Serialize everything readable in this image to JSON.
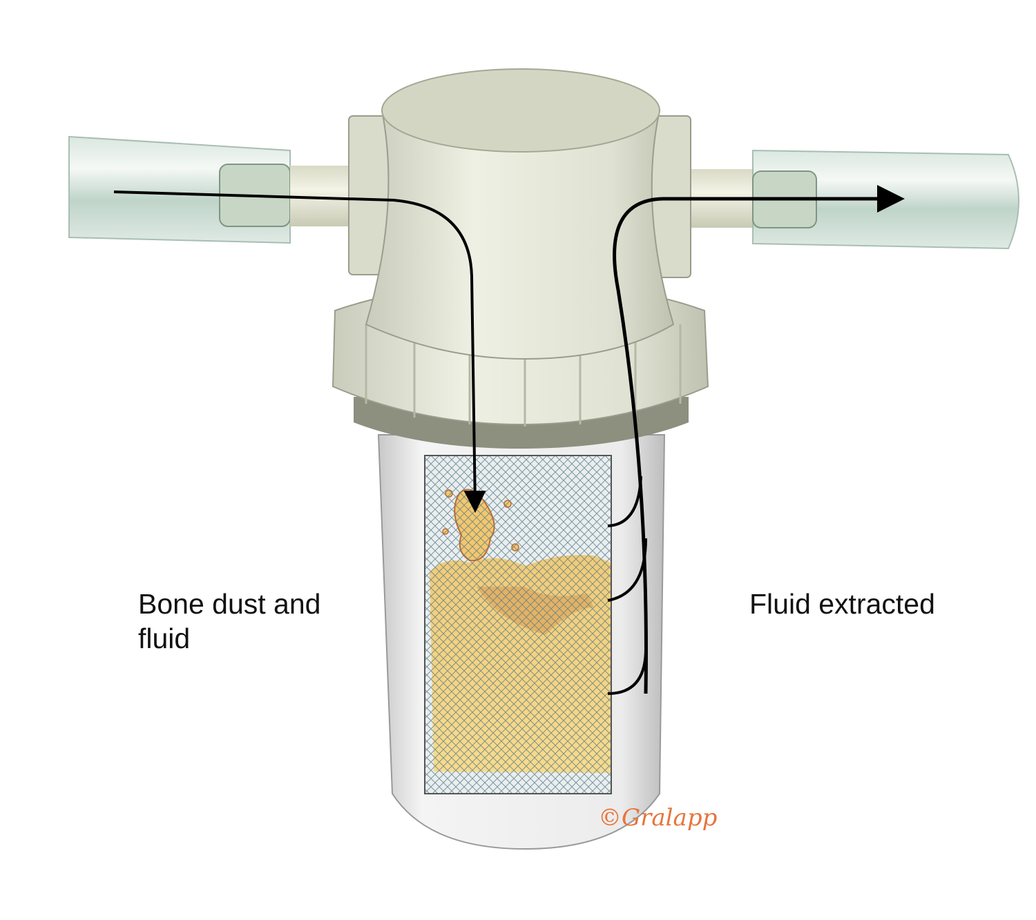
{
  "labels": {
    "input": "Bone dust and fluid",
    "output": "Fluid extracted"
  },
  "signature": "©Gralapp",
  "colors": {
    "housing": "#dcdfd0",
    "tube": "#cfe0d8",
    "bone_dust": "#f3c76e",
    "arrow": "#000000",
    "signature": "#e8743b"
  }
}
